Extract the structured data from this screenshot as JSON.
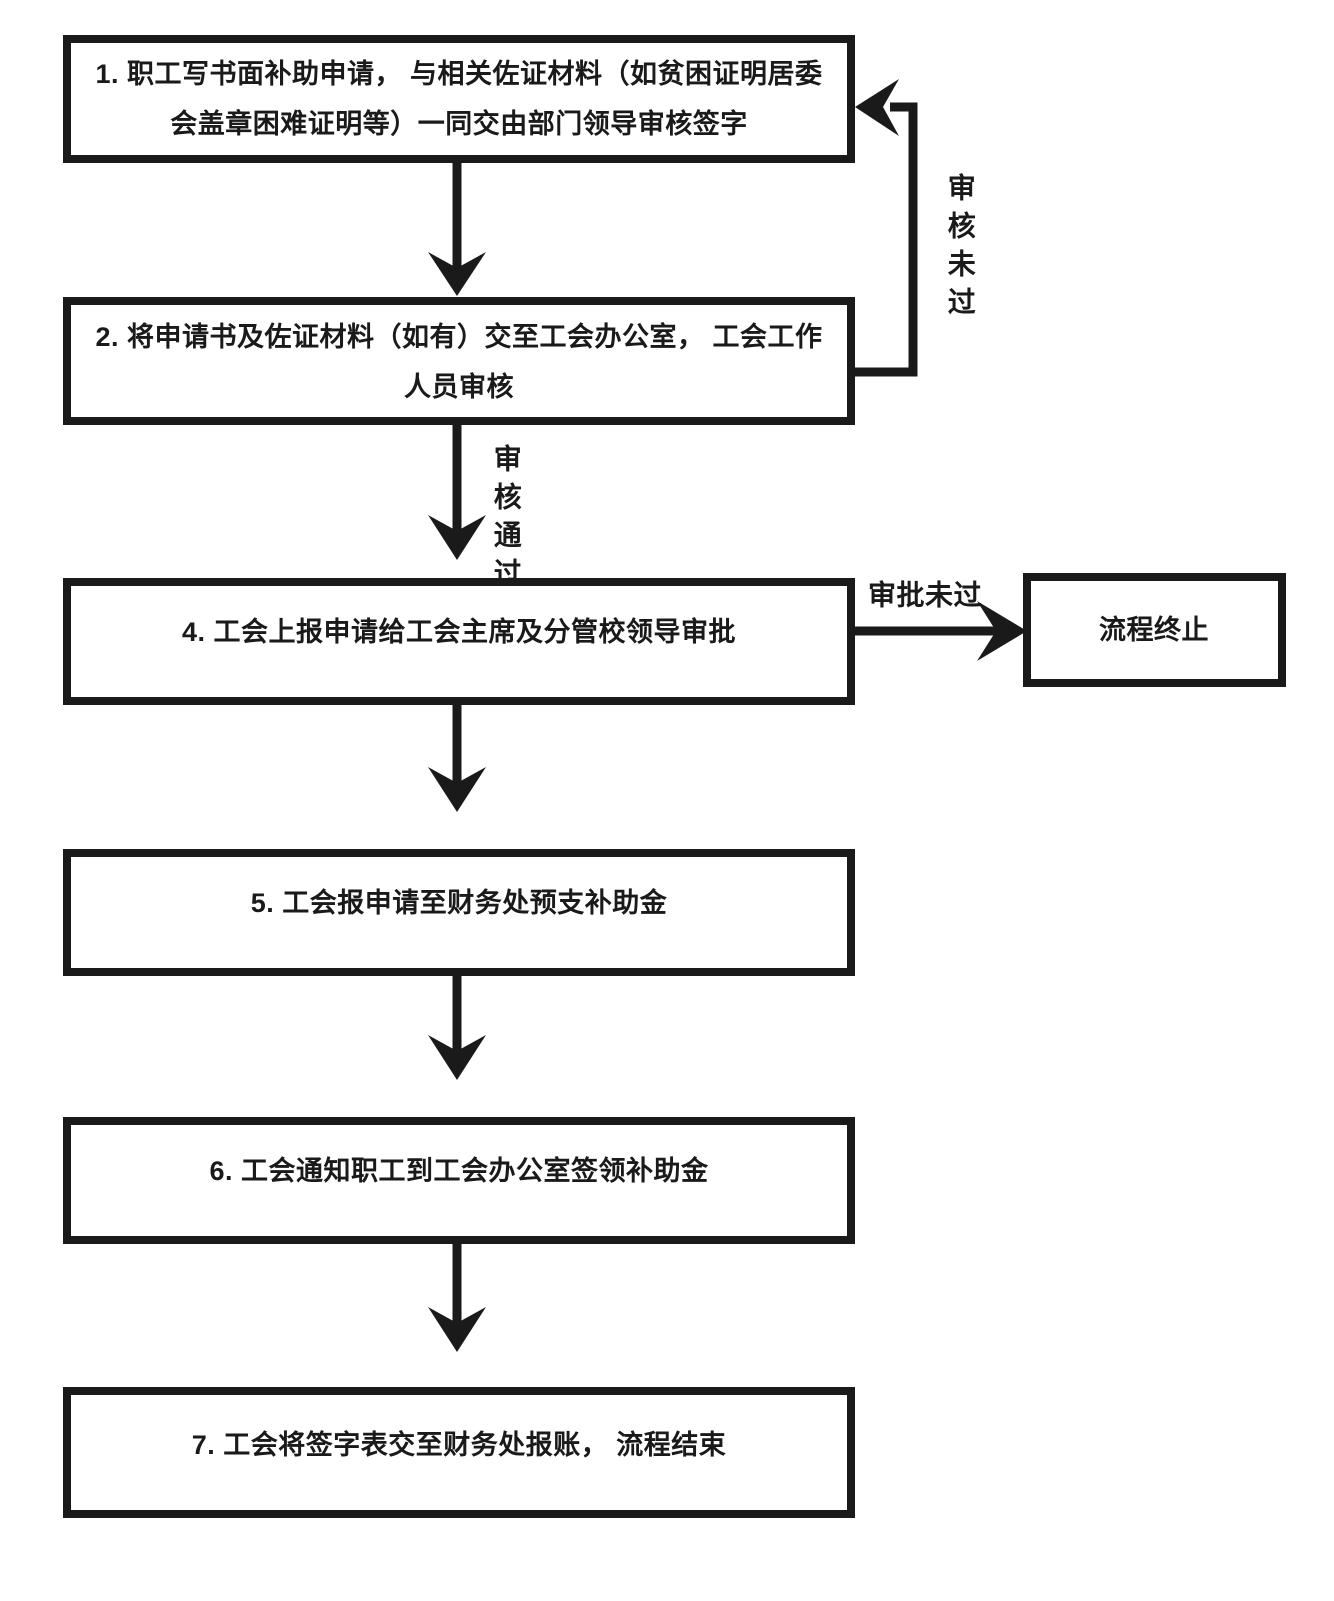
{
  "chart_data": {
    "type": "diagram",
    "diagram_kind": "flowchart",
    "title": "",
    "orientation": "top-to-bottom",
    "nodes": [
      {
        "id": "n1",
        "shape": "rectangle",
        "lines": [
          "1. 职工写书面补助申请，  与相关佐证材料（如贫困证明居委",
          "会盖章困难证明等）一同交由部门领导审核签字"
        ]
      },
      {
        "id": "n2",
        "shape": "rectangle",
        "lines": [
          "2. 将申请书及佐证材料（如有）交至工会办公室，  工会工作",
          "人员审核"
        ]
      },
      {
        "id": "n4",
        "shape": "rectangle",
        "lines": [
          "4. 工会上报申请给工会主席及分管校领导审批"
        ]
      },
      {
        "id": "nEnd",
        "shape": "rectangle",
        "lines": [
          "流程终止"
        ]
      },
      {
        "id": "n5",
        "shape": "rectangle",
        "lines": [
          "5. 工会报申请至财务处预支补助金"
        ]
      },
      {
        "id": "n6",
        "shape": "rectangle",
        "lines": [
          "6. 工会通知职工到工会办公室签领补助金"
        ]
      },
      {
        "id": "n7",
        "shape": "rectangle",
        "lines": [
          "7. 工会将签字表交至财务处报账，  流程结束"
        ]
      }
    ],
    "edges": [
      {
        "id": "e1",
        "from": "n1",
        "to": "n2",
        "label": "",
        "direction": "down"
      },
      {
        "id": "e2",
        "from": "n2",
        "to": "n1",
        "label": "审核未过",
        "label_orientation": "vertical",
        "direction": "feedback-right-up"
      },
      {
        "id": "e3",
        "from": "n2",
        "to": "n4",
        "label": "审核通过",
        "label_orientation": "vertical",
        "direction": "down"
      },
      {
        "id": "e4",
        "from": "n4",
        "to": "nEnd",
        "label": "审批未过",
        "label_orientation": "horizontal",
        "direction": "right"
      },
      {
        "id": "e5",
        "from": "n4",
        "to": "n5",
        "label": "",
        "direction": "down"
      },
      {
        "id": "e6",
        "from": "n5",
        "to": "n6",
        "label": "",
        "direction": "down"
      },
      {
        "id": "e7",
        "from": "n6",
        "to": "n7",
        "label": "",
        "direction": "down"
      }
    ],
    "colors": {
      "stroke": "#1a1a1a",
      "fill": "#ffffff",
      "text": "#1a1a1a",
      "background": "#ffffff"
    }
  },
  "labels": {
    "review_failed": "审核未过",
    "review_passed": "审核通过",
    "approval_failed": "审批未过"
  },
  "nodes": {
    "n1": {
      "line1": "1. 职工写书面补助申请，  与相关佐证材料（如贫困证明居委",
      "line2": "会盖章困难证明等）一同交由部门领导审核签字"
    },
    "n2": {
      "line1": "2. 将申请书及佐证材料（如有）交至工会办公室，  工会工作",
      "line2": "人员审核"
    },
    "n4": {
      "line1": "4. 工会上报申请给工会主席及分管校领导审批"
    },
    "nEnd": {
      "line1": "流程终止"
    },
    "n5": {
      "line1": "5. 工会报申请至财务处预支补助金"
    },
    "n6": {
      "line1": "6. 工会通知职工到工会办公室签领补助金"
    },
    "n7": {
      "line1": "7. 工会将签字表交至财务处报账，  流程结束"
    }
  },
  "vertical_labels": {
    "review_failed_chars": [
      "审",
      "核",
      "未",
      "过"
    ],
    "review_passed_chars": [
      "审",
      "核",
      "通",
      "过"
    ]
  }
}
